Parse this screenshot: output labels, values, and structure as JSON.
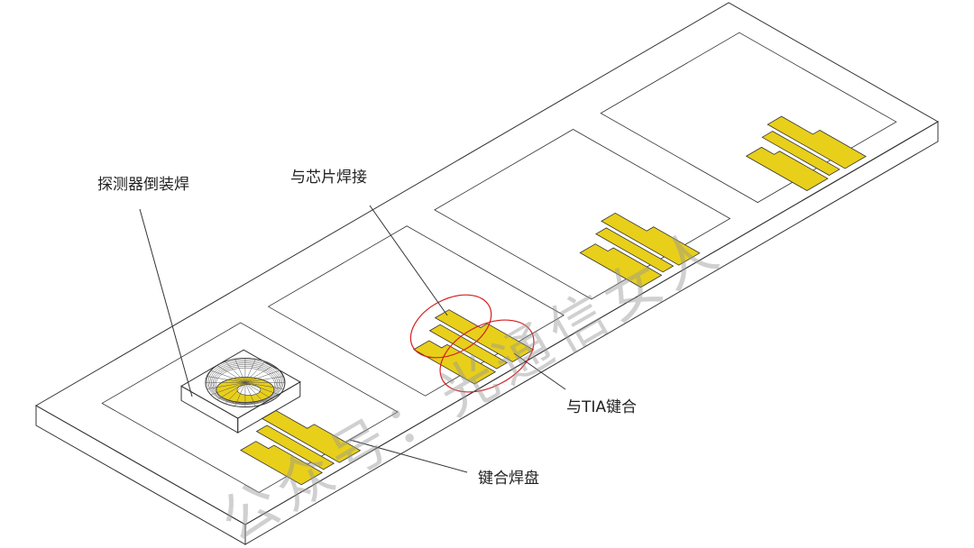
{
  "labels": {
    "detector_flip_chip": "探测器倒装焊",
    "chip_solder": "与芯片焊接",
    "tia_bond": "与TIA键合",
    "bond_pad": "键合焊盘"
  },
  "watermark": "公众号：光通信女人",
  "colors": {
    "pad": "#E8CF1A",
    "outline": "#333333",
    "highlight": "#D42020"
  }
}
